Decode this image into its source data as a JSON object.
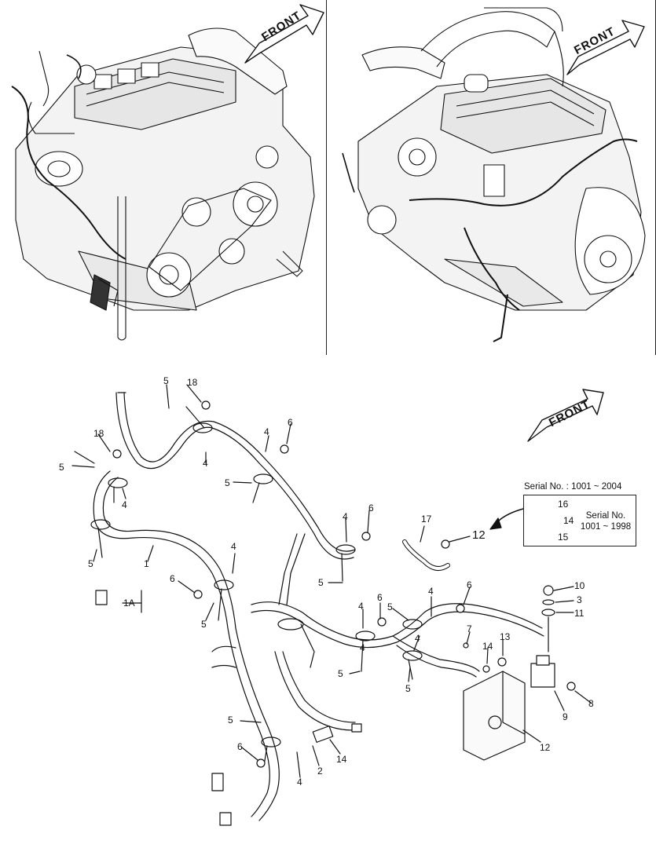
{
  "top_left_panel": {
    "front_label": "FRONT"
  },
  "top_right_panel": {
    "front_label": "FRONT"
  },
  "exploded_view": {
    "front_label": "FRONT",
    "callouts": {
      "c5a": "5",
      "c18a": "18",
      "c18b": "18",
      "c5b": "5",
      "c4a": "4",
      "c4b": "4",
      "c4c": "4",
      "c6a": "6",
      "c5c": "5",
      "c4d": "4",
      "c6b": "6",
      "c17": "17",
      "c12a": "12",
      "c5d": "5",
      "c1": "1",
      "c4e": "4",
      "c6c": "6",
      "c1a": "1A",
      "c5e": "5",
      "c5f": "5",
      "c4f": "4",
      "c6d": "6",
      "c5g": "5",
      "c4g": "4",
      "c6e": "6",
      "c4h": "4",
      "c5h": "5",
      "c4i": "4",
      "c7": "7",
      "c13": "13",
      "c14a": "14",
      "c5i": "5",
      "c5j": "5",
      "c10": "10",
      "c3": "3",
      "c11": "11",
      "c8": "8",
      "c9": "9",
      "c12b": "12",
      "c5k": "5",
      "c6f": "6",
      "c2": "2",
      "c14b": "14",
      "c4j": "4"
    },
    "serial_box": {
      "title": "Serial No. : 1001 ~ 2004",
      "item_16": "16",
      "item_14": "14",
      "item_15": "15",
      "sub_line1": "Serial No.",
      "sub_line2": "1001 ~ 1998"
    }
  }
}
